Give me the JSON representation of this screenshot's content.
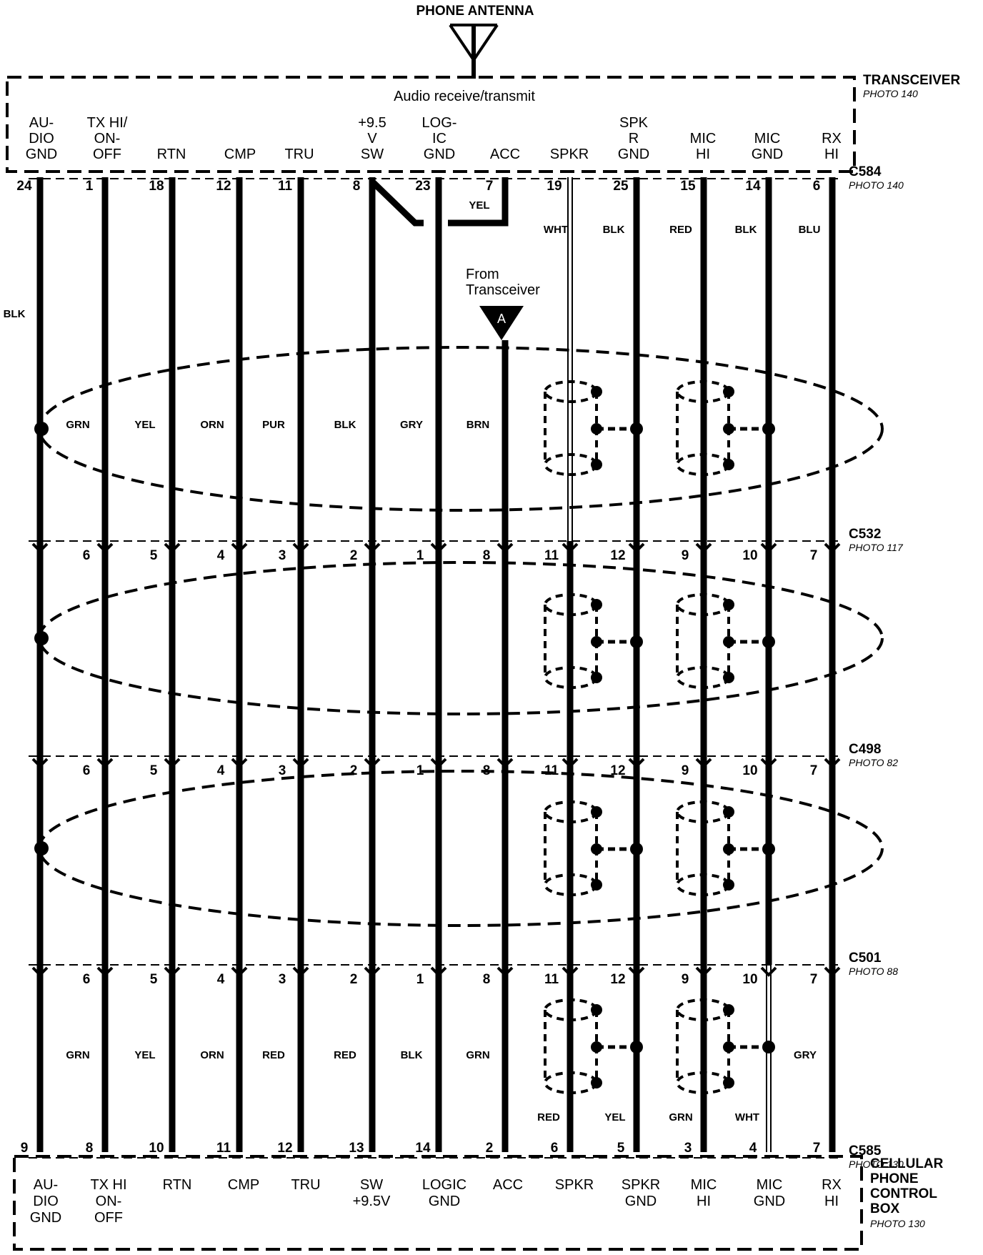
{
  "antenna": {
    "label": "PHONE ANTENNA",
    "icon": "antenna-icon"
  },
  "transceiver": {
    "title": "TRANSCEIVER",
    "photo": "PHOTO 140",
    "subtitle": "Audio  receive/transmit",
    "pins": [
      [
        "AU-",
        "DIO",
        "GND"
      ],
      [
        "TX HI/",
        "ON-",
        "OFF"
      ],
      [
        "RTN"
      ],
      [
        "CMP"
      ],
      [
        "TRU"
      ],
      [
        "+9.5",
        "V",
        "SW"
      ],
      [
        "LOG-",
        "IC",
        "GND"
      ],
      [
        "ACC"
      ],
      [
        "SPKR"
      ],
      [
        "SPK",
        "R",
        "GND"
      ],
      [
        "MIC",
        "HI"
      ],
      [
        "MIC",
        "GND"
      ],
      [
        "RX",
        "HI"
      ]
    ]
  },
  "connectors": [
    {
      "name": "C584",
      "photo": "PHOTO 140",
      "pins": [
        "24",
        "1",
        "18",
        "12",
        "11",
        "8",
        "23",
        "7",
        "19",
        "25",
        "15",
        "14",
        "6"
      ]
    },
    {
      "name": "C532",
      "photo": "PHOTO 117",
      "pins": [
        "",
        "6",
        "5",
        "4",
        "3",
        "2",
        "1",
        "8",
        "11",
        "12",
        "9",
        "10",
        "7"
      ]
    },
    {
      "name": "C498",
      "photo": "PHOTO 82",
      "pins": [
        "",
        "6",
        "5",
        "4",
        "3",
        "2",
        "1",
        "8",
        "11",
        "12",
        "9",
        "10",
        "7"
      ]
    },
    {
      "name": "C501",
      "photo": "PHOTO 88",
      "pins": [
        "",
        "6",
        "5",
        "4",
        "3",
        "2",
        "1",
        "8",
        "11",
        "12",
        "9",
        "10",
        "7"
      ]
    },
    {
      "name": "C585",
      "photo": "PHOTO 130",
      "pins": [
        "9",
        "8",
        "10",
        "11",
        "12",
        "13",
        "14",
        "2",
        "6",
        "5",
        "3",
        "4",
        "7"
      ]
    }
  ],
  "wire_colors": {
    "top_row": [
      "WHT",
      "BLK",
      "RED",
      "BLK",
      "BLU"
    ],
    "yel": "YEL",
    "blk_left": "BLK",
    "band1": [
      "GRN",
      "YEL",
      "ORN",
      "PUR",
      "BLK",
      "GRY",
      "BRN"
    ],
    "band4": [
      "GRN",
      "YEL",
      "ORN",
      "RED",
      "RED",
      "BLK",
      "GRN",
      "GRY"
    ],
    "bottom_row": [
      "RED",
      "YEL",
      "GRN",
      "WHT"
    ]
  },
  "from_transceiver": {
    "text": [
      "From",
      "Transceiver"
    ],
    "marker": "A"
  },
  "control_box": {
    "title": [
      "CELLULAR",
      "PHONE",
      "CONTROL",
      "BOX"
    ],
    "photo": "PHOTO 130",
    "pins": [
      [
        "AU-",
        "DIO",
        "GND"
      ],
      [
        "TX HI",
        "ON-",
        "OFF"
      ],
      [
        "RTN"
      ],
      [
        "CMP"
      ],
      [
        "TRU"
      ],
      [
        "SW",
        "+9.5V"
      ],
      [
        "LOGIC",
        "GND"
      ],
      [
        "ACC"
      ],
      [
        "SPKR"
      ],
      [
        "SPKR",
        "GND"
      ],
      [
        "MIC",
        "HI"
      ],
      [
        "MIC",
        "GND"
      ],
      [
        "RX",
        "HI"
      ]
    ]
  }
}
